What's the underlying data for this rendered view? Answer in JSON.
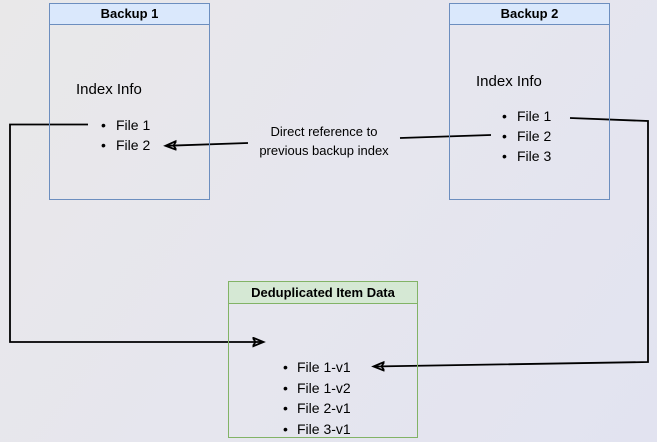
{
  "diagram": {
    "backup1": {
      "title": "Backup 1",
      "subtitle": "Index Info",
      "files": [
        "File 1",
        "File 2"
      ]
    },
    "backup2": {
      "title": "Backup 2",
      "subtitle": "Index Info",
      "files": [
        "File 1",
        "File 2",
        "File 3"
      ]
    },
    "dedup": {
      "title": "Deduplicated Item Data",
      "files": [
        "File 1-v1",
        "File 1-v2",
        "File 2-v1",
        "File 3-v1"
      ]
    },
    "annotation": {
      "line1": "Direct reference to",
      "line2": "previous backup index"
    },
    "colors": {
      "blue_border": "#6c8ebf",
      "blue_fill": "#dae8fc",
      "green_border": "#82b366",
      "green_fill": "#d5e8d4",
      "arrow": "#000000"
    }
  }
}
